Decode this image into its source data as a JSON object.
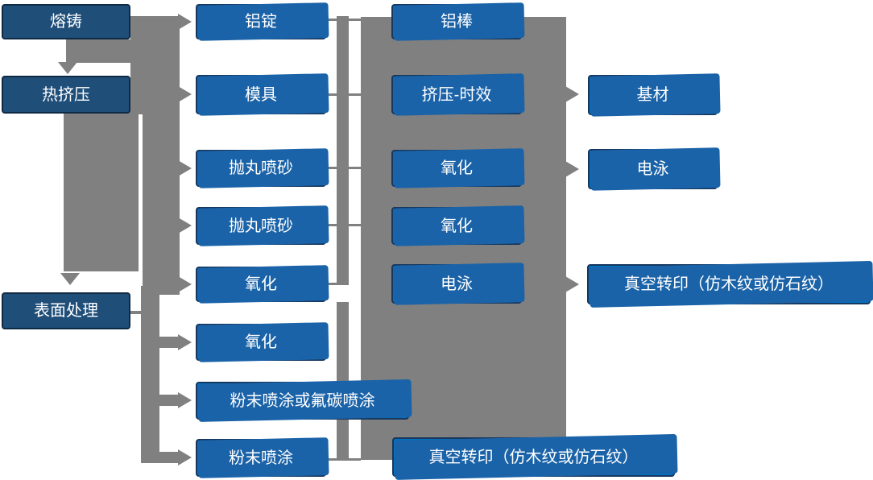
{
  "diagram": {
    "description": "Aluminium profile production process flowchart",
    "palette": {
      "process_box": "#0070C0",
      "stage_box": "#1F4E79",
      "box_border": "#17375D",
      "box_shadow": "#1B63A8",
      "connector_gray": "#808080",
      "text": "#FFFFFF",
      "background": "#FFFFFF"
    },
    "nodes": [
      {
        "id": "melting-casting",
        "label": "熔铸"
      },
      {
        "id": "hot-extrusion",
        "label": "热挤压"
      },
      {
        "id": "surface-treatment",
        "label": "表面处理"
      },
      {
        "id": "aluminum-ingot",
        "label": "铝锭"
      },
      {
        "id": "mold",
        "label": "模具"
      },
      {
        "id": "shot-blasting-1",
        "label": "抛丸喷砂"
      },
      {
        "id": "shot-blasting-2",
        "label": "抛丸喷砂"
      },
      {
        "id": "oxidation-1",
        "label": "氧化"
      },
      {
        "id": "oxidation-2",
        "label": "氧化"
      },
      {
        "id": "powder-or-fluorocarbon-coating",
        "label": "粉末喷涂或氟碳喷涂"
      },
      {
        "id": "powder-coating",
        "label": "粉末喷涂"
      },
      {
        "id": "aluminum-rod",
        "label": "铝棒"
      },
      {
        "id": "extrusion-aging",
        "label": "挤压-时效"
      },
      {
        "id": "oxidation-3",
        "label": "氧化"
      },
      {
        "id": "oxidation-4",
        "label": "氧化"
      },
      {
        "id": "electrophoresis-1",
        "label": "电泳"
      },
      {
        "id": "vacuum-transfer-1",
        "label": "真空转印（仿木纹或仿石纹）"
      },
      {
        "id": "base-material",
        "label": "基材"
      },
      {
        "id": "electrophoresis-2",
        "label": "电泳"
      },
      {
        "id": "vacuum-transfer-2",
        "label": "真空转印（仿木纹或仿石纹）"
      }
    ],
    "edges": [
      {
        "from": "melting-casting",
        "to": "hot-extrusion"
      },
      {
        "from": "melting-casting",
        "to": "aluminum-ingot"
      },
      {
        "from": "hot-extrusion",
        "to": "mold"
      },
      {
        "from": "hot-extrusion",
        "to": "shot-blasting-1"
      },
      {
        "from": "hot-extrusion",
        "to": "shot-blasting-2"
      },
      {
        "from": "hot-extrusion",
        "to": "oxidation-1"
      },
      {
        "from": "hot-extrusion",
        "to": "surface-treatment"
      },
      {
        "from": "surface-treatment",
        "to": "oxidation-2"
      },
      {
        "from": "surface-treatment",
        "to": "powder-or-fluorocarbon-coating"
      },
      {
        "from": "surface-treatment",
        "to": "powder-coating"
      },
      {
        "from": "aluminum-ingot",
        "to": "aluminum-rod"
      },
      {
        "from": "mold",
        "to": "extrusion-aging"
      },
      {
        "from": "shot-blasting-1",
        "to": "oxidation-3"
      },
      {
        "from": "shot-blasting-2",
        "to": "oxidation-4"
      },
      {
        "from": "oxidation-1",
        "to": "electrophoresis-1"
      },
      {
        "from": "powder-coating",
        "to": "vacuum-transfer-1"
      },
      {
        "from": "extrusion-aging",
        "to": "base-material"
      },
      {
        "from": "oxidation-3",
        "to": "electrophoresis-2"
      },
      {
        "from": "electrophoresis-1",
        "to": "vacuum-transfer-2"
      }
    ]
  }
}
